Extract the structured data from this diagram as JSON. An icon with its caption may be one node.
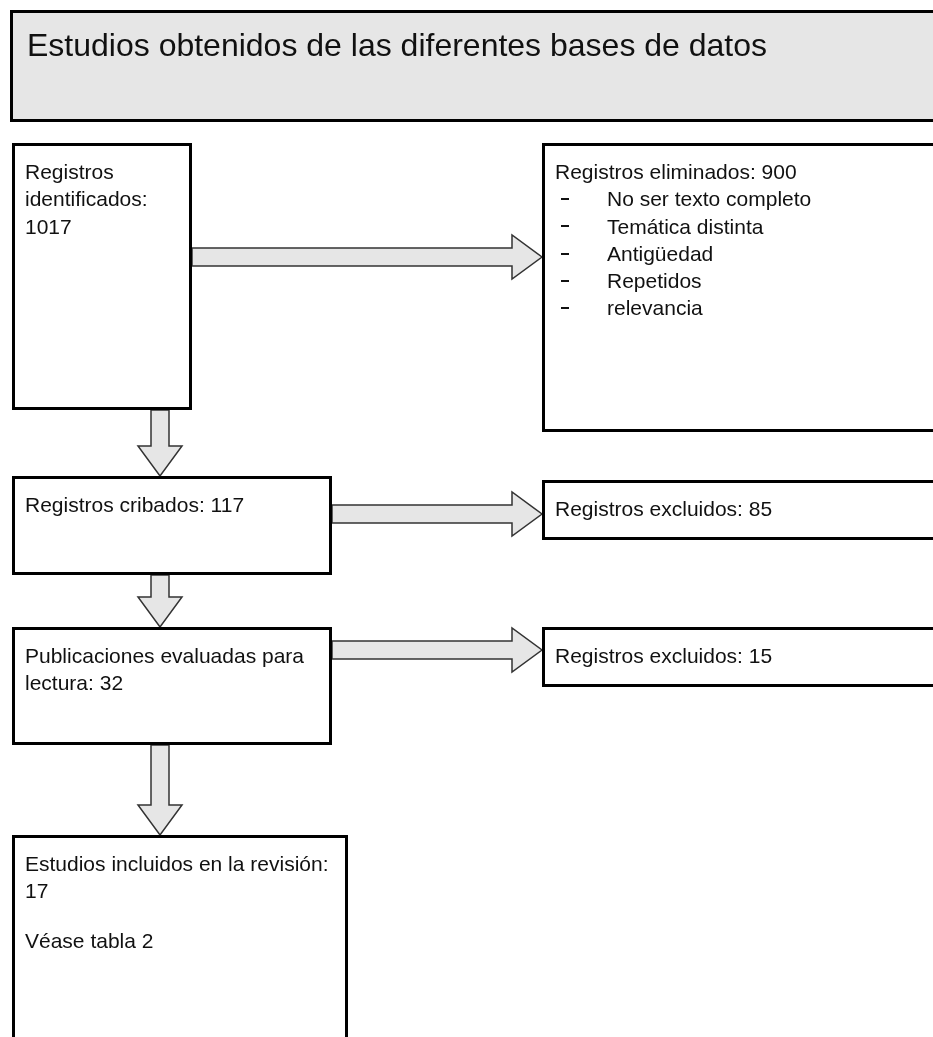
{
  "diagram": {
    "nodes": [
      {
        "text": [
          "Estudios obtenidos de las diferentes bases de datos"
        ]
      },
      {
        "text": [
          "Registros identificados: 1017"
        ]
      },
      {
        "text": [
          "Registros eliminados: 900",
          "No ser texto completo",
          "Temática distinta",
          "Antigüedad",
          "Repetidos",
          "relevancia"
        ]
      },
      {
        "text": [
          "Registros cribados: 117"
        ]
      },
      {
        "text": [
          "Registros excluidos: 85"
        ]
      },
      {
        "text": [
          "Publicaciones evaluadas para lectura: 32"
        ]
      },
      {
        "text": [
          "Registros excluidos: 15"
        ]
      },
      {
        "text": [
          "Estudios incluidos en la revisión: 17",
          "Véase tabla 2"
        ]
      }
    ],
    "edges": [
      {
        "from": 1,
        "to": 2,
        "arrow": "to"
      },
      {
        "from": 1,
        "to": 3,
        "arrow": "to"
      },
      {
        "from": 3,
        "to": 4,
        "arrow": "to"
      },
      {
        "from": 3,
        "to": 5,
        "arrow": "to"
      },
      {
        "from": 5,
        "to": 6,
        "arrow": "to"
      },
      {
        "from": 5,
        "to": 7,
        "arrow": "to"
      }
    ]
  }
}
